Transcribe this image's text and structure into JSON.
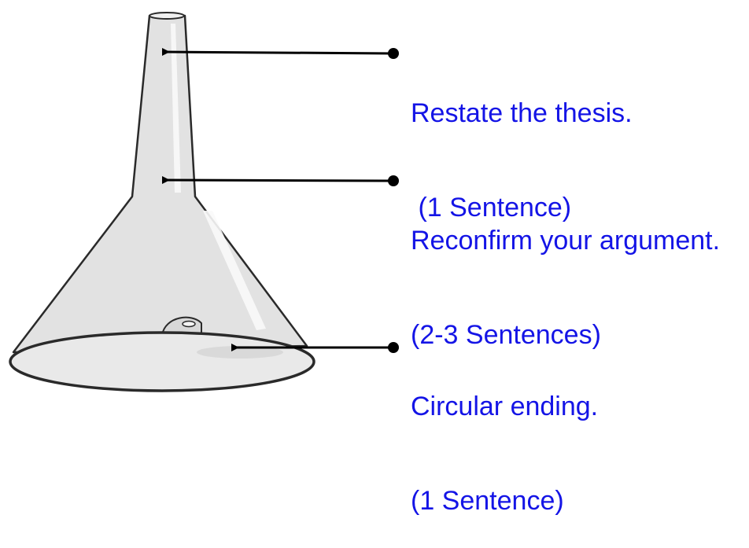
{
  "annotations": [
    {
      "line1": "Restate the thesis.",
      "line2": " (1 Sentence)"
    },
    {
      "line1": "Reconfirm your argument.",
      "line2": "(2-3 Sentences)"
    },
    {
      "line1": "Circular ending.",
      "line2": "(1 Sentence)"
    }
  ],
  "colors": {
    "label_text": "#1414e6",
    "funnel_fill": "#e2e2e2",
    "funnel_stroke": "#2a2a2a",
    "arrow": "#000000"
  }
}
